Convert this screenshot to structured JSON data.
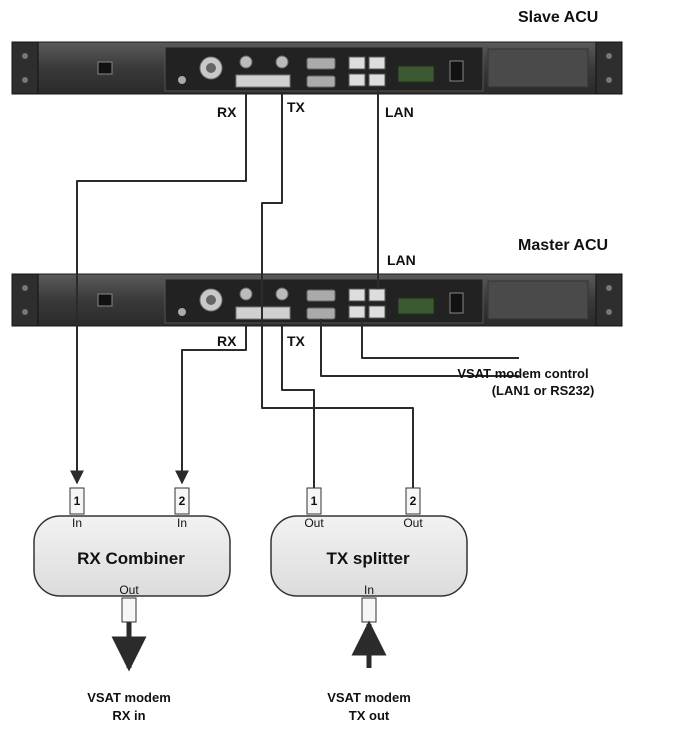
{
  "diagram": {
    "slave_acu": {
      "title": "Slave ACU",
      "port_labels": {
        "rx": "RX",
        "tx": "TX",
        "lan": "LAN"
      }
    },
    "master_acu": {
      "title": "Master ACU",
      "lan_label": "LAN",
      "port_labels": {
        "rx": "RX",
        "tx": "TX"
      }
    },
    "modem_control": {
      "line1": "VSAT modem control",
      "line2": "(LAN1 or RS232)"
    },
    "rx_combiner": {
      "name": "RX Combiner",
      "in1_num": "1",
      "in1_label": "In",
      "in2_num": "2",
      "in2_label": "In",
      "out_label": "Out"
    },
    "tx_splitter": {
      "name": "TX splitter",
      "out1_num": "1",
      "out1_label": "Out",
      "out2_num": "2",
      "out2_label": "Out",
      "in_label": "In"
    },
    "rx_in_caption": {
      "line1": "VSAT modem",
      "line2": "RX in"
    },
    "tx_out_caption": {
      "line1": "VSAT modem",
      "line2": "TX out"
    }
  }
}
